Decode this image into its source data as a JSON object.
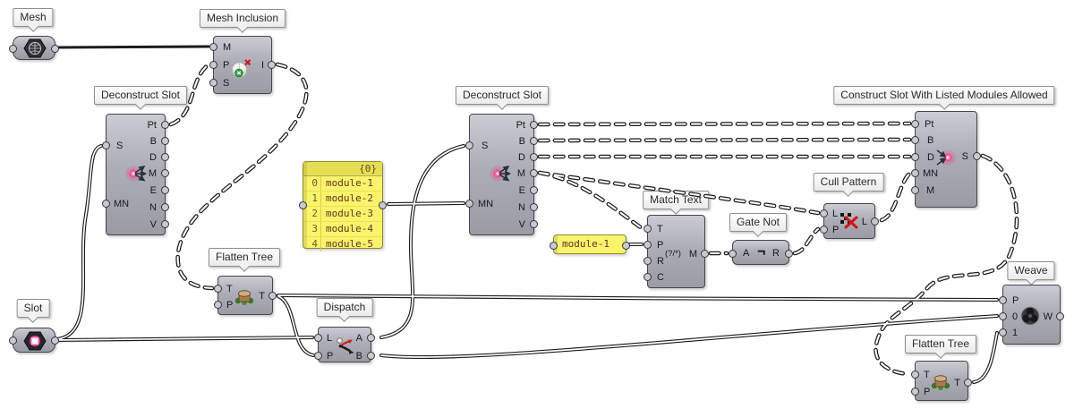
{
  "app": "grasshopper-node-canvas",
  "colors": {
    "canvas_bg": "#ffffff",
    "component_body": "#adadb7",
    "wire": "#1c1c1f",
    "panel_yellow": "#faf46c",
    "glow_magenta": "#ff2f7e",
    "error_red": "#cc1822",
    "ok_green": "#35a347"
  },
  "nodes": {
    "mesh_param": {
      "label": "Mesh",
      "icon": "mesh-hexagon"
    },
    "slot_param": {
      "label": "Slot",
      "icon": "slot-hexagon"
    },
    "mesh_inclusion": {
      "label": "Mesh Inclusion",
      "icon": "inclusion-sphere",
      "inputs": [
        "M",
        "P",
        "S"
      ],
      "outputs": [
        "I"
      ]
    },
    "deconstruct_slot_left": {
      "label": "Deconstruct Slot",
      "icon": "deconstruct-burst",
      "inputs": [
        "S",
        "MN"
      ],
      "outputs": [
        "Pt",
        "B",
        "D",
        "M",
        "E",
        "N",
        "V"
      ]
    },
    "deconstruct_slot_mid": {
      "label": "Deconstruct Slot",
      "icon": "deconstruct-burst",
      "inputs": [
        "S",
        "MN"
      ],
      "outputs": [
        "Pt",
        "B",
        "D",
        "M",
        "E",
        "N",
        "V"
      ]
    },
    "module_list": {
      "header": "{0}",
      "rows": [
        {
          "i": "0",
          "t": "module-1"
        },
        {
          "i": "1",
          "t": "module-2"
        },
        {
          "i": "2",
          "t": "module-3"
        },
        {
          "i": "3",
          "t": "module-4"
        },
        {
          "i": "4",
          "t": "module-5"
        }
      ]
    },
    "module_name": {
      "text": "module-1"
    },
    "match_text": {
      "label": "Match Text",
      "icon_text": "(?/*)",
      "inputs": [
        "T",
        "P",
        "R",
        "C"
      ],
      "outputs": [
        "M"
      ]
    },
    "gate_not": {
      "label": "Gate Not",
      "icon_glyph": "¬",
      "inputs": [
        "A"
      ],
      "outputs": [
        "R"
      ]
    },
    "cull_pattern": {
      "label": "Cull Pattern",
      "icon": "checker-flag-x",
      "inputs": [
        "L",
        "P"
      ],
      "outputs": [
        "L"
      ]
    },
    "construct_slot": {
      "label": "Construct Slot With Listed Modules Allowed",
      "icon": "construct-burst",
      "inputs": [
        "Pt",
        "B",
        "D",
        "MN",
        "M"
      ],
      "outputs": [
        "S"
      ]
    },
    "flatten_tree_left": {
      "label": "Flatten Tree",
      "icon": "tree-stump",
      "inputs": [
        "T",
        "P"
      ],
      "outputs": [
        "T"
      ]
    },
    "flatten_tree_right": {
      "label": "Flatten Tree",
      "icon": "tree-stump",
      "inputs": [
        "T",
        "P"
      ],
      "outputs": [
        "T"
      ]
    },
    "dispatch": {
      "label": "Dispatch",
      "icon": "dispatch-arrows",
      "inputs": [
        "L",
        "P"
      ],
      "outputs": [
        "A",
        "B"
      ]
    },
    "weave": {
      "label": "Weave",
      "icon": "weave-knot",
      "inputs": [
        "P",
        "0",
        "1"
      ],
      "outputs": [
        "W"
      ]
    }
  },
  "connections": [
    {
      "from": "mesh_param.out",
      "to": "mesh_inclusion.M",
      "style": "solid-single"
    },
    {
      "from": "deconstruct_slot_left.Pt",
      "to": "mesh_inclusion.P",
      "style": "dashed"
    },
    {
      "from": "mesh_inclusion.I",
      "to": "flatten_tree_left.T",
      "style": "dashed"
    },
    {
      "from": "slot_param.out",
      "to": "deconstruct_slot_left.S",
      "style": "solid"
    },
    {
      "from": "slot_param.out",
      "to": "dispatch.L",
      "style": "solid"
    },
    {
      "from": "flatten_tree_left.T",
      "to": "dispatch.P",
      "style": "solid"
    },
    {
      "from": "flatten_tree_left.T",
      "to": "weave.P",
      "style": "solid"
    },
    {
      "from": "dispatch.A",
      "to": "deconstruct_slot_mid.S",
      "style": "solid"
    },
    {
      "from": "dispatch.B",
      "to": "weave.0",
      "style": "solid"
    },
    {
      "from": "module_list.out",
      "to": "deconstruct_slot_mid.MN",
      "style": "solid"
    },
    {
      "from": "deconstruct_slot_mid.Pt",
      "to": "construct_slot.Pt",
      "style": "dashed"
    },
    {
      "from": "deconstruct_slot_mid.B",
      "to": "construct_slot.B",
      "style": "dashed"
    },
    {
      "from": "deconstruct_slot_mid.D",
      "to": "construct_slot.D",
      "style": "dashed"
    },
    {
      "from": "deconstruct_slot_mid.M",
      "to": "match_text.T",
      "style": "dashed"
    },
    {
      "from": "deconstruct_slot_mid.M",
      "to": "cull_pattern.L",
      "style": "dashed"
    },
    {
      "from": "module_name.out",
      "to": "match_text.P",
      "style": "solid"
    },
    {
      "from": "match_text.M",
      "to": "gate_not.A",
      "style": "dashed"
    },
    {
      "from": "gate_not.R",
      "to": "cull_pattern.P",
      "style": "dashed"
    },
    {
      "from": "cull_pattern.L",
      "to": "construct_slot.MN",
      "style": "dashed"
    },
    {
      "from": "construct_slot.S",
      "to": "flatten_tree_right.T",
      "style": "dashed"
    },
    {
      "from": "flatten_tree_right.T",
      "to": "weave.1",
      "style": "solid"
    }
  ]
}
